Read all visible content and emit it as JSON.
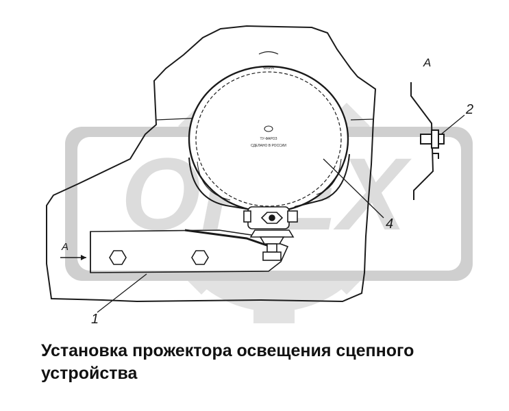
{
  "diagram": {
    "view_label_main": "A",
    "view_label_detail": "A",
    "callouts": [
      "1",
      "2",
      "4"
    ],
    "lamp_top_text": "ФАРА",
    "lamp_lower_text_1": "ТУ-ФАРОЗ",
    "lamp_lower_text_2": "СДЕЛАНО В РОССИИ",
    "watermark_text": "OPEX"
  },
  "caption": {
    "text": "Установка прожектора освещения сцепного устройства"
  },
  "colors": {
    "line": "#1a1a1a",
    "watermark": "#d9d9d9",
    "background": "#ffffff"
  }
}
